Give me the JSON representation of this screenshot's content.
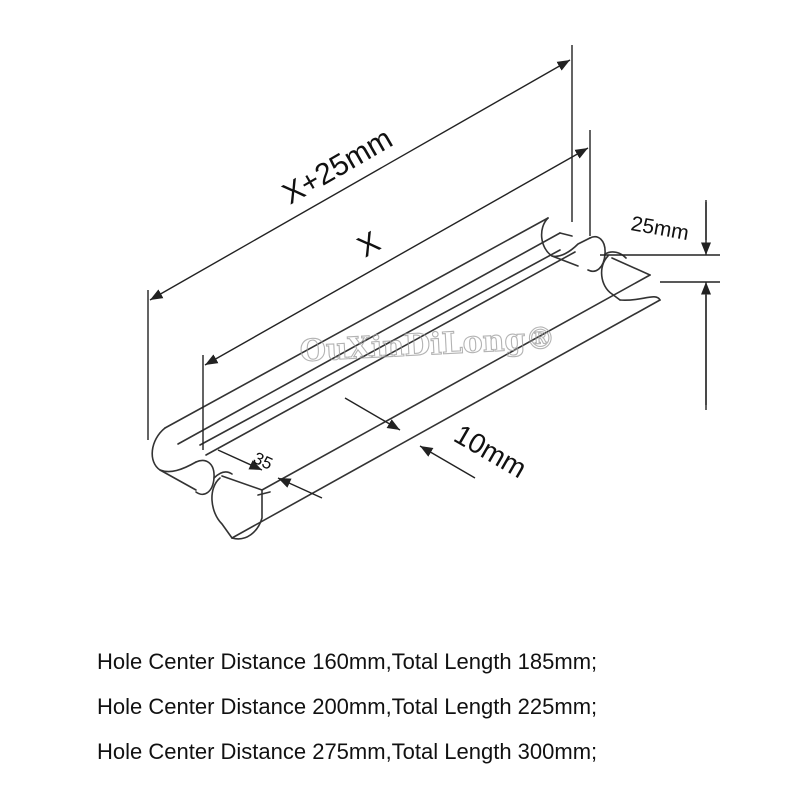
{
  "diagram": {
    "labels": {
      "total_length": "X+25mm",
      "hole_distance": "X",
      "height": "25mm",
      "width": "10mm",
      "offset": "35"
    },
    "watermark": "OuXinDiLong®"
  },
  "specs": [
    "Hole Center Distance 160mm,Total Length 185mm;",
    "Hole Center Distance 200mm,Total Length 225mm;",
    "Hole Center Distance 275mm,Total Length 300mm;"
  ]
}
